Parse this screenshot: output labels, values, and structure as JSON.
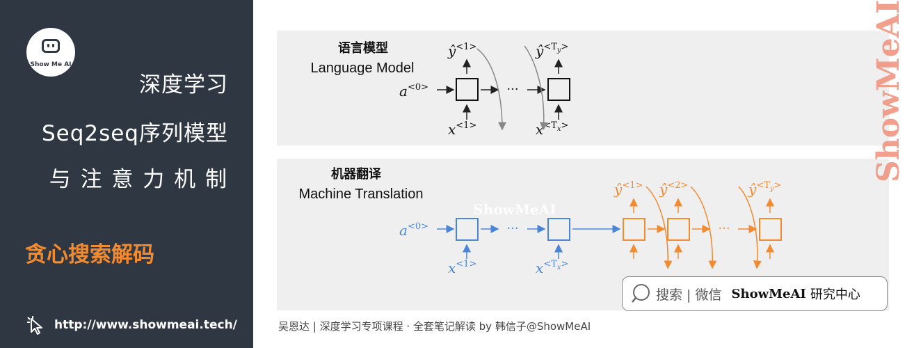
{
  "sidebar": {
    "logo_text": "Show Me AI",
    "line1": "深度学习",
    "line2": "Seq2seq序列模型",
    "line3": "与 注 意 力 机 制",
    "topic": "贪心搜索解码",
    "url": "http://www.showmeai.tech/"
  },
  "diagram": {
    "lm_title_cn": "语言模型",
    "lm_title_en": "Language Model",
    "mt_title_cn": "机器翻译",
    "mt_title_en": "Machine Translation",
    "a0": "a",
    "a0_sup": "<0>",
    "x1": "x",
    "x1_sup": "<1>",
    "xT": "x",
    "xT_sup_pre": "<T",
    "xT_sub": "x",
    "y1": "ŷ",
    "y1_sup": "<1>",
    "y2": "ŷ",
    "y2_sup": "<2>",
    "yT": "ŷ",
    "yT_sup_pre": "<T",
    "yT_sub": "y",
    "sup_close": ">",
    "dots": "···",
    "watermark": "ShowMeAI",
    "brand_vertical": "ShowMeAI"
  },
  "search": {
    "label": "搜索 | 微信",
    "brand": "ShowMeAI",
    "suffix": "研究中心"
  },
  "footer": "吴恩达 | 深度学习专项课程 · 全套笔记解读  by 韩信子@ShowMeAI",
  "colors": {
    "sidebar_bg": "#2f3743",
    "accent_orange": "#f28a30",
    "encoder_blue": "#4a86d8",
    "band_bg": "#efefef"
  }
}
